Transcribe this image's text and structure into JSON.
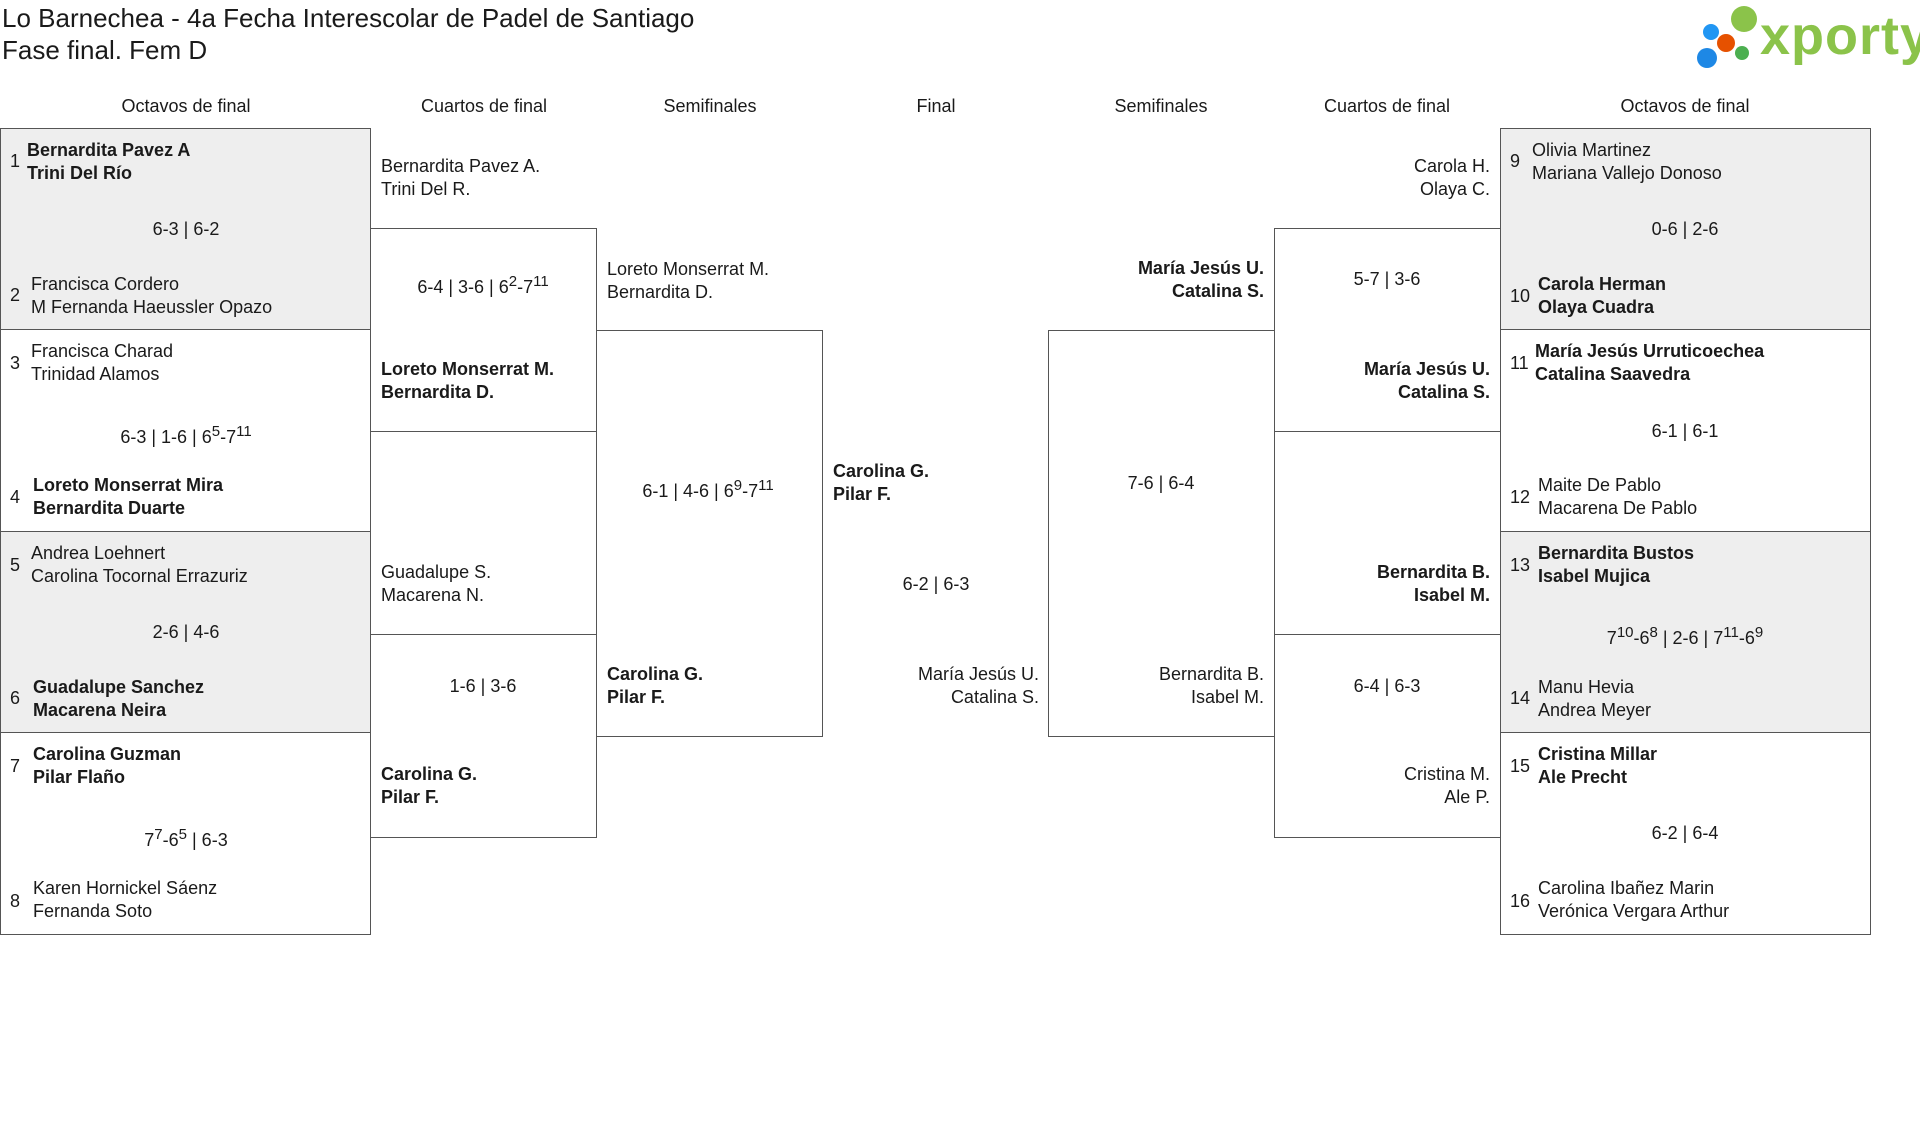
{
  "title": "Lo Barnechea - 4a Fecha Interescolar de Padel de Santiago",
  "subtitle": "Fase final. Fem D",
  "logo": {
    "text": "xporty",
    "colors": [
      "#2196f3",
      "#8bc34a",
      "#e65100",
      "#4caf50"
    ]
  },
  "headers": {
    "octavos_left": "Octavos de final",
    "cuartos_left": "Cuartos de final",
    "semis_left": "Semifinales",
    "final": "Final",
    "semis_right": "Semifinales",
    "cuartos_right": "Cuartos de final",
    "octavos_right": "Octavos de final"
  },
  "octavos_left": [
    {
      "seed_a": "1",
      "a1": "Bernardita Pavez A",
      "a2": "Trini Del Río",
      "score": "6-3 | 6-2",
      "seed_b": "2",
      "b1": "Francisca Cordero",
      "b2": "M Fernanda Haeussler Opazo"
    },
    {
      "seed_a": "3",
      "a1": "Francisca Charad",
      "a2": "Trinidad Alamos",
      "seed_b": "4",
      "b1": "Loreto Monserrat Mira",
      "b2": "Bernardita Duarte"
    },
    {
      "seed_a": "5",
      "a1": "Andrea Loehnert",
      "a2": "Carolina Tocornal Errazuriz",
      "score": "2-6 | 4-6",
      "seed_b": "6",
      "b1": "Guadalupe Sanchez",
      "b2": "Macarena Neira"
    },
    {
      "seed_a": "7",
      "a1": "Carolina Guzman",
      "a2": "Pilar Flaño",
      "seed_b": "8",
      "b1": "Karen Hornickel Sáenz",
      "b2": "Fernanda Soto"
    }
  ],
  "octavos_right": [
    {
      "seed_a": "9",
      "a1": "Olivia Martinez",
      "a2": "Mariana Vallejo Donoso",
      "score": "0-6 | 2-6",
      "seed_b": "10",
      "b1": "Carola Herman",
      "b2": "Olaya Cuadra"
    },
    {
      "seed_a": "11",
      "a1": "María Jesús Urruticoechea",
      "a2": "Catalina Saavedra",
      "score": "6-1 | 6-1",
      "seed_b": "12",
      "b1": "Maite De Pablo",
      "b2": "Macarena De Pablo"
    },
    {
      "seed_a": "13",
      "a1": "Bernardita Bustos",
      "a2": "Isabel Mujica",
      "seed_b": "14",
      "b1": "Manu Hevia",
      "b2": "Andrea Meyer"
    },
    {
      "seed_a": "15",
      "a1": "Cristina Millar",
      "a2": "Ale Precht",
      "score": "6-2 | 6-4",
      "seed_b": "16",
      "b1": "Carolina Ibañez Marin",
      "b2": "Verónica Vergara Arthur"
    }
  ],
  "scores_sup": {
    "m2": {
      "s1": "6-3",
      "sep1": " | ",
      "s2": "1-6",
      "sep2": " | ",
      "p1": "6",
      "p1sup": "5",
      "dash": "-",
      "p2": "7",
      "p2sup": "11"
    },
    "m4": {
      "p1": "7",
      "p1sup": "7",
      "dash": "-",
      "p2": "6",
      "p2sup": "5",
      "rest": " | 6-3"
    },
    "m7": {
      "p1": "7",
      "p1sup": "10",
      "dash1": "-",
      "p2": "6",
      "p2sup": "8",
      "mid": " | 2-6 | ",
      "p3": "7",
      "p3sup": "11",
      "dash2": "-",
      "p4": "6",
      "p4sup": "9"
    },
    "q1": {
      "rest": "6-4 | 3-6 | ",
      "p1": "6",
      "p1sup": "2",
      "dash": "-",
      "p2": "7",
      "p2sup": "11"
    },
    "s1": {
      "rest": "6-1 | 4-6 | ",
      "p1": "6",
      "p1sup": "9",
      "dash": "-",
      "p2": "7",
      "p2sup": "11"
    }
  },
  "cuartos_left": [
    {
      "a1": "Bernardita Pavez A.",
      "a2": "Trini Del R.",
      "score": "",
      "b1": "Loreto Monserrat M.",
      "b2": "Bernardita D."
    },
    {
      "a1": "Guadalupe S.",
      "a2": "Macarena N.",
      "score": "1-6 | 3-6",
      "b1": "Carolina G.",
      "b2": "Pilar F."
    }
  ],
  "cuartos_right": [
    {
      "a1": "Carola H.",
      "a2": "Olaya C.",
      "score": "5-7 | 3-6",
      "b1": "María Jesús U.",
      "b2": "Catalina S."
    },
    {
      "a1": "Bernardita B.",
      "a2": "Isabel M.",
      "score": "6-4 | 6-3",
      "b1": "Cristina M.",
      "b2": "Ale P."
    }
  ],
  "semis_left": {
    "a1": "Loreto Monserrat M.",
    "a2": "Bernardita D.",
    "b1": "Carolina G.",
    "b2": "Pilar F."
  },
  "semis_right": {
    "a1": "María Jesús U.",
    "a2": "Catalina S.",
    "score": "7-6 | 6-4",
    "b1": "Bernardita B.",
    "b2": "Isabel M."
  },
  "final": {
    "a1": "Carolina G.",
    "a2": "Pilar F.",
    "score": "6-2 | 6-3",
    "b1": "María Jesús U.",
    "b2": "Catalina S."
  }
}
